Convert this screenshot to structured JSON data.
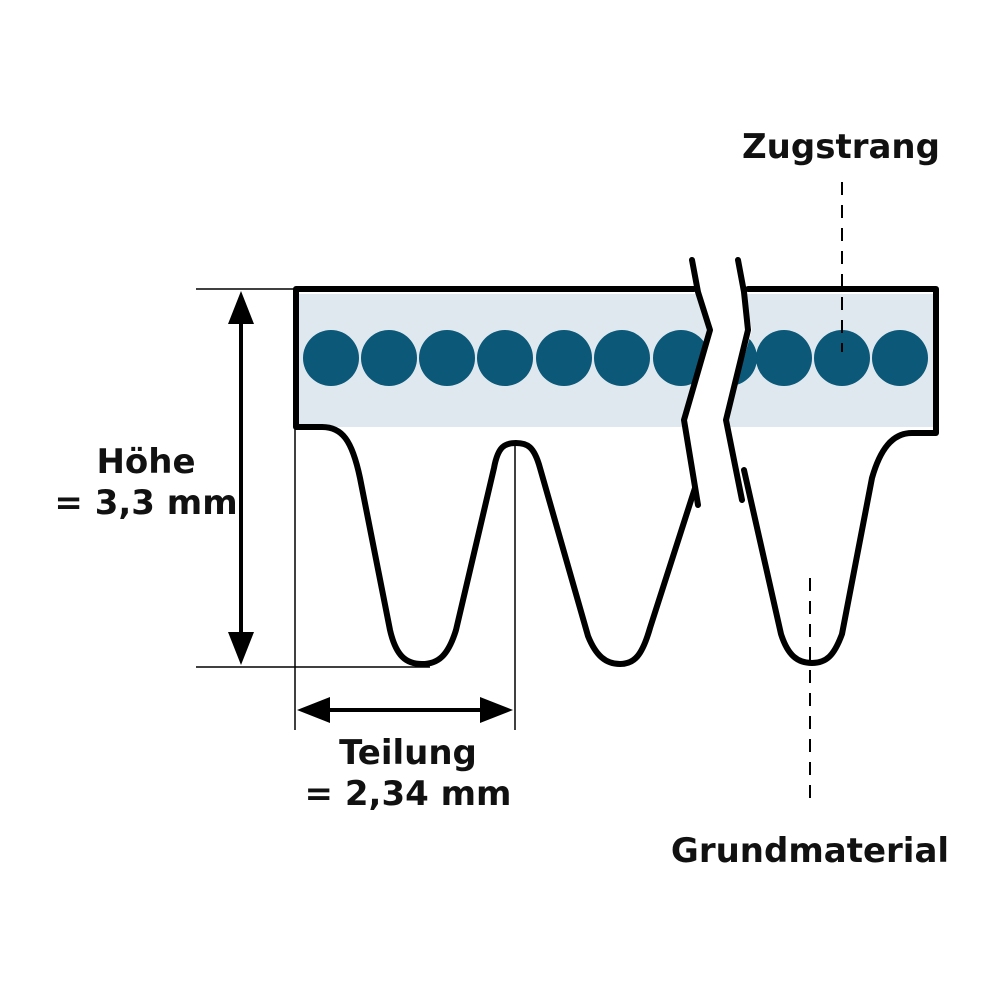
{
  "labels": {
    "zugstrang": "Zugstrang",
    "grundmaterial": "Grundmaterial",
    "hoehe_line1": "Höhe",
    "hoehe_line2": "= 3,3 mm",
    "teilung_line1": "Teilung",
    "teilung_line2": "= 2,34 mm"
  },
  "colors": {
    "outline": "#000000",
    "cover_band": "#dfe8ef",
    "cord": "#0b5878",
    "text": "#111111"
  },
  "icons": {
    "arrow": "filled-triangle-arrowhead",
    "break_mark": "zigzag-break-line"
  }
}
